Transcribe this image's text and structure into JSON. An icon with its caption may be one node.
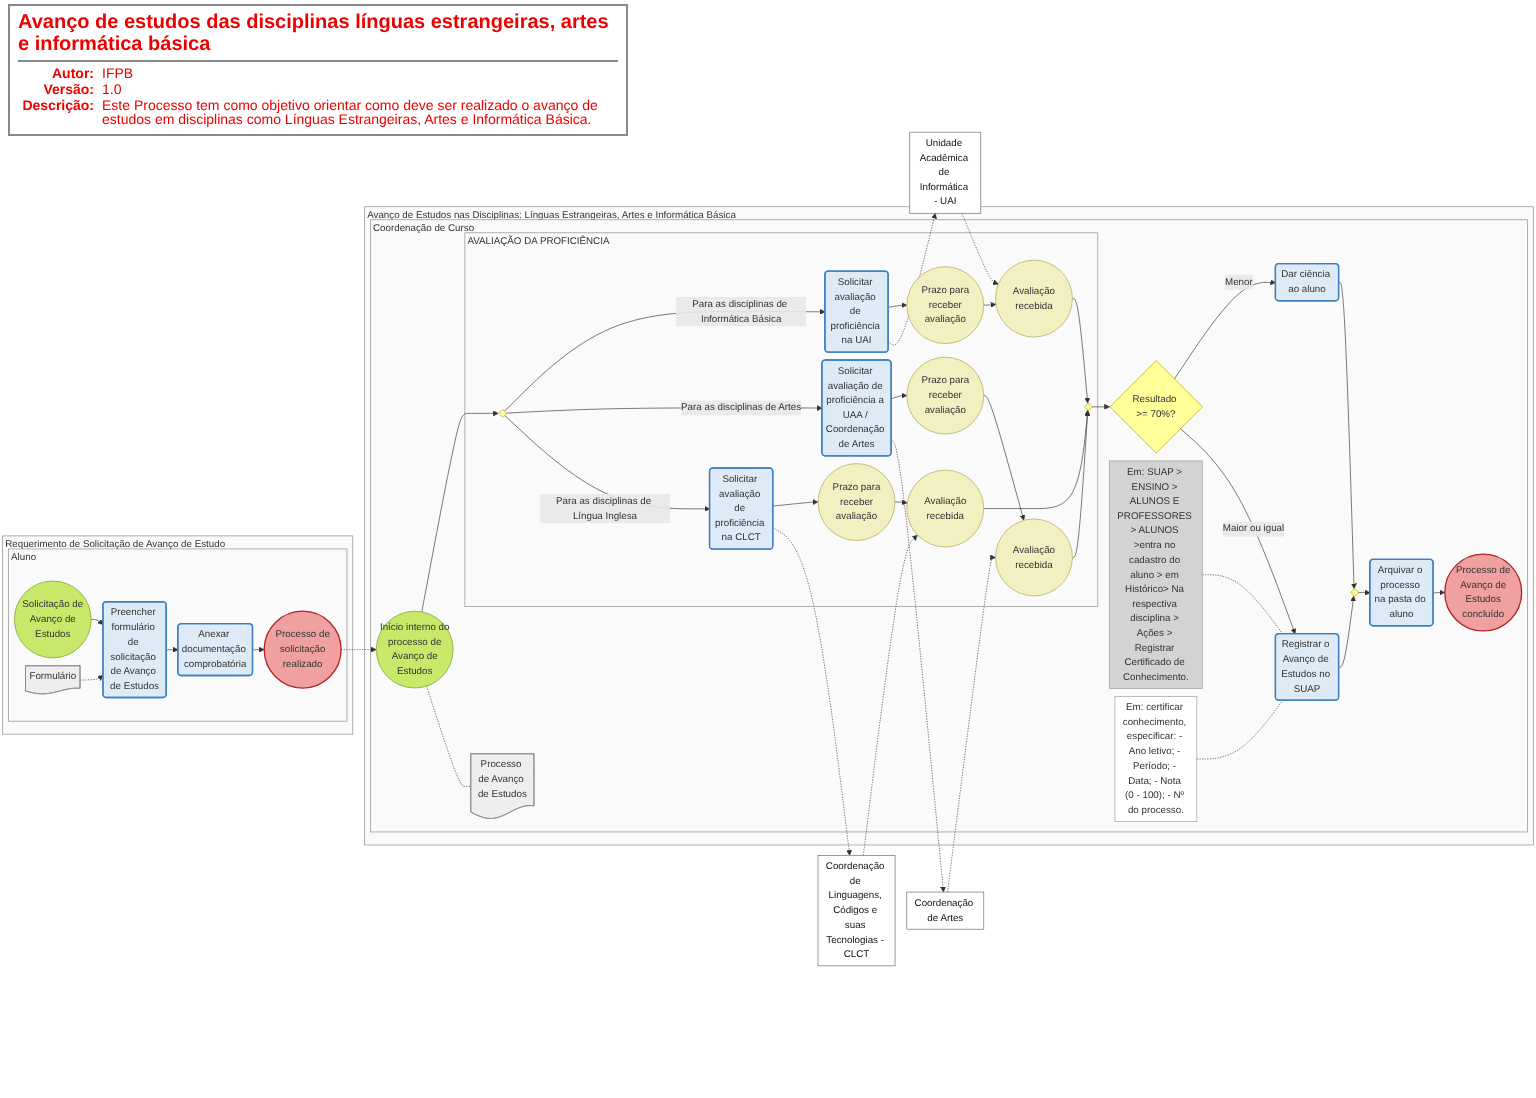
{
  "diagram": {
    "title": "Avanço de estudos das disciplinas línguas estrangeiras, artes e informática básica",
    "nodes": [
      {
        "text": [
          "Requerimento de Solicitação de Avanço de Estudo"
        ]
      },
      {
        "text": [
          "Aluno"
        ],
        "in": 0
      },
      {
        "text": [
          "Solicitação de Avanço de Estudos"
        ],
        "in": 1
      },
      {
        "text": [
          "Preencher formulário de solicitação de Avanço de Estudos"
        ],
        "in": 1
      },
      {
        "text": [
          "Anexar documentação comprobatória"
        ],
        "in": 1
      },
      {
        "text": [
          "Processo de solicitação realizado"
        ],
        "in": 1
      },
      {
        "text": [
          "Formulário"
        ],
        "in": 1
      },
      {
        "text": [
          "Coordenação de Linguagens, Códigos e suas Tecnologias - CLCT"
        ]
      },
      {
        "text": [
          "Coordenação de Artes"
        ]
      },
      {
        "text": [
          "Unidade Acadêmica de Informática - UAI"
        ]
      },
      {
        "text": [
          "Avanço de Estudos nas Disciplinas: Línguas Estrangeiras, Artes e Informática Básica"
        ]
      },
      {
        "text": [
          "Coordenação de Curso"
        ],
        "in": 10
      },
      {
        "text": [
          "Início interno do processo de Avanço de Estudos"
        ],
        "in": 11
      },
      {
        "text": [
          "Processo de Avanço de Estudos"
        ],
        "in": 11
      },
      {
        "text": [
          "AVALIAÇÃO DA PROFICIÊNCIA"
        ],
        "in": 11
      },
      {
        "text": [],
        "shape": "diamond",
        "in": 14
      },
      {
        "text": [
          "Solicitar avaliação de proficiência na CLCT"
        ],
        "in": 14
      },
      {
        "text": [
          "Prazo para receber avaliação"
        ],
        "in": 14
      },
      {
        "text": [
          "Avaliação recebida"
        ],
        "in": 14
      },
      {
        "text": [
          "Solicitar avaliação de proficiência a UAA / Coordenação de Artes"
        ],
        "in": 14
      },
      {
        "text": [
          "Prazo para receber avaliação"
        ],
        "in": 14
      },
      {
        "text": [
          "Avaliação recebida"
        ],
        "in": 14
      },
      {
        "text": [
          "Solicitar avaliação de proficiência na UAI"
        ],
        "in": 14
      },
      {
        "text": [
          "Prazo para receber avaliação"
        ],
        "in": 14
      },
      {
        "text": [
          "Avaliação recebida"
        ],
        "in": 14
      },
      {
        "text": [],
        "shape": "diamond",
        "in": 14
      },
      {
        "text": [
          "Resultado >= 70%?"
        ],
        "in": 11
      },
      {
        "text": [
          "Registrar o Avanço de Estudos no SUAP"
        ],
        "in": 11
      },
      {
        "text": [
          "Dar ciência ao aluno"
        ],
        "in": 11
      },
      {
        "text": [],
        "shape": "diamond",
        "in": 11
      },
      {
        "text": [
          "Arquivar o processo na pasta do aluno"
        ],
        "in": 11
      },
      {
        "text": [
          "Processo de Avanço de Estudos concluído"
        ],
        "in": 11
      },
      {
        "text": [
          "Em: SUAP > ENSINO > ALUNOS E PROFESSORES > ALUNOS >entra no cadastro do aluno > em Histórico> Na respectiva disciplina > Ações > Registrar Certificado de Conhecimento."
        ],
        "in": 11
      },
      {
        "text": [
          "Em: certificar conhecimento, especificar: - Ano letivo; - Período; - Data; - Nota (0 - 100); - Nº do processo."
        ],
        "in": 11
      }
    ],
    "edges": [
      {
        "from": 2,
        "to": 3,
        "arrow": "to"
      },
      {
        "from": 3,
        "to": 4,
        "arrow": "to"
      },
      {
        "from": 4,
        "to": 5,
        "arrow": "to"
      },
      {
        "from": 6,
        "to": 3,
        "arrow": "to",
        "style": "dashed"
      },
      {
        "from": 5,
        "to": 12,
        "arrow": "to",
        "style": "dashed"
      },
      {
        "from": 12,
        "to": 13,
        "arrow": "none",
        "style": "dashed"
      },
      {
        "from": 12,
        "to": 15,
        "arrow": "to"
      },
      {
        "from": 15,
        "to": 16,
        "arrow": "to",
        "label": "Para as disciplinas de Língua Inglesa"
      },
      {
        "from": 15,
        "to": 19,
        "arrow": "to",
        "label": "Para as disciplinas de Artes"
      },
      {
        "from": 15,
        "to": 22,
        "arrow": "to",
        "label": "Para as disciplinas de Informática Básica"
      },
      {
        "from": 16,
        "to": 7,
        "arrow": "to",
        "style": "dashed"
      },
      {
        "from": 7,
        "to": 18,
        "arrow": "to",
        "style": "dashed"
      },
      {
        "from": 19,
        "to": 8,
        "arrow": "to",
        "style": "dashed"
      },
      {
        "from": 8,
        "to": 21,
        "arrow": "to",
        "style": "dashed"
      },
      {
        "from": 22,
        "to": 9,
        "arrow": "to",
        "style": "dashed"
      },
      {
        "from": 9,
        "to": 24,
        "arrow": "to",
        "style": "dashed"
      },
      {
        "from": 16,
        "to": 17,
        "arrow": "to"
      },
      {
        "from": 17,
        "to": 18,
        "arrow": "to"
      },
      {
        "from": 18,
        "to": 25,
        "arrow": "to"
      },
      {
        "from": 19,
        "to": 20,
        "arrow": "to"
      },
      {
        "from": 20,
        "to": 21,
        "arrow": "to"
      },
      {
        "from": 21,
        "to": 25,
        "arrow": "to"
      },
      {
        "from": 22,
        "to": 23,
        "arrow": "to"
      },
      {
        "from": 23,
        "to": 24,
        "arrow": "to"
      },
      {
        "from": 24,
        "to": 25,
        "arrow": "to"
      },
      {
        "from": 25,
        "to": 26,
        "arrow": "to"
      },
      {
        "from": 26,
        "to": 27,
        "arrow": "to",
        "label": "Maior ou igual"
      },
      {
        "from": 26,
        "to": 28,
        "arrow": "to",
        "label": "Menor"
      },
      {
        "from": 27,
        "to": 29,
        "arrow": "to"
      },
      {
        "from": 28,
        "to": 29,
        "arrow": "to"
      },
      {
        "from": 29,
        "to": 30,
        "arrow": "to"
      },
      {
        "from": 30,
        "to": 31,
        "arrow": "to"
      },
      {
        "from": 32,
        "to": 27,
        "arrow": "none",
        "style": "dashed"
      },
      {
        "from": 33,
        "to": 27,
        "arrow": "none",
        "style": "dashed"
      }
    ],
    "labels": [
      "Autor:",
      "IFPB",
      "Versão:",
      "1.0",
      "Descrição:",
      "Este Processo tem como objetivo orientar como deve ser realizado o avanço de estudos em disciplinas como Línguas Estrangeiras, Artes e Informática Básica."
    ]
  }
}
